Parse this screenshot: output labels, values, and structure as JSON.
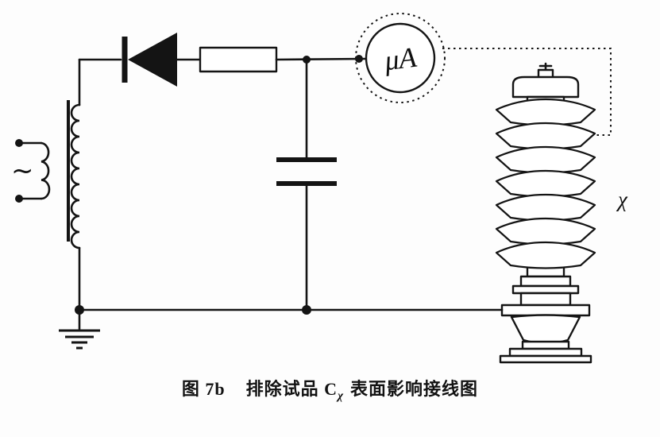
{
  "figure": {
    "meter_label": "μA",
    "specimen_label": "χ",
    "ac_source_symbol": "~",
    "caption": {
      "figure_label": "图 7b",
      "text_before_subscript": "排除试品 C",
      "subscript": "χ",
      "text_after_subscript": "表面影响接线图"
    },
    "colors": {
      "ink": "#141414",
      "background": "#fdfdfd"
    }
  }
}
